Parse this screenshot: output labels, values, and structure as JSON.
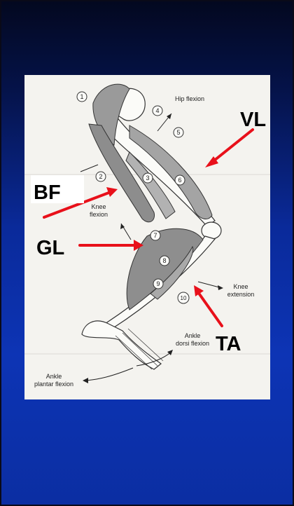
{
  "slide": {
    "background_color": "#0a2a9a"
  },
  "diagram": {
    "abbreviations": {
      "vl": "VL",
      "bf": "BF",
      "gl": "GL",
      "ta": "TA"
    },
    "movements": {
      "hip_flexion": "Hip flexion",
      "knee_flexion_1": "Knee",
      "knee_flexion_2": "flexion",
      "knee_extension_1": "Knee",
      "knee_extension_2": "extension",
      "ankle_dorsi_1": "Ankle",
      "ankle_dorsi_2": "dorsi flexion",
      "ankle_plantar_1": "Ankle",
      "ankle_plantar_2": "plantar flexion"
    },
    "muscle_numbers": [
      "1",
      "2",
      "3",
      "4",
      "5",
      "6",
      "7",
      "8",
      "9",
      "10"
    ],
    "arrow_color": "#e8101a"
  }
}
